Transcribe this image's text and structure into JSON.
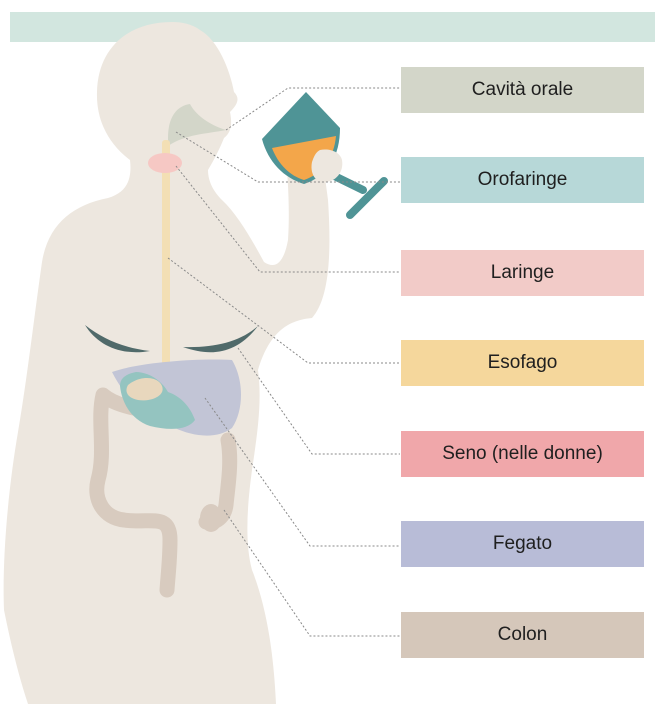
{
  "labels": [
    {
      "key": "oral",
      "text": "Cavità orale",
      "color": "#d3d6c9"
    },
    {
      "key": "oropharynx",
      "text": "Orofaringe",
      "color": "#b7d8d8"
    },
    {
      "key": "larynx",
      "text": "Laringe",
      "color": "#f2cbc8"
    },
    {
      "key": "esophagus",
      "text": "Esofago",
      "color": "#f5d79c"
    },
    {
      "key": "breast",
      "text": "Seno (nelle donne)",
      "color": "#f0a7aa"
    },
    {
      "key": "liver",
      "text": "Fegato",
      "color": "#b8bcd7"
    },
    {
      "key": "colon",
      "text": "Colon",
      "color": "#d5c7ba"
    }
  ],
  "colors": {
    "top_band": "#d2e6df",
    "body": "#ede7df",
    "glass": "#4f9496",
    "wine": "#f3a64a",
    "diaphragm": "#506a6a",
    "leader": "#8a8a8a"
  }
}
